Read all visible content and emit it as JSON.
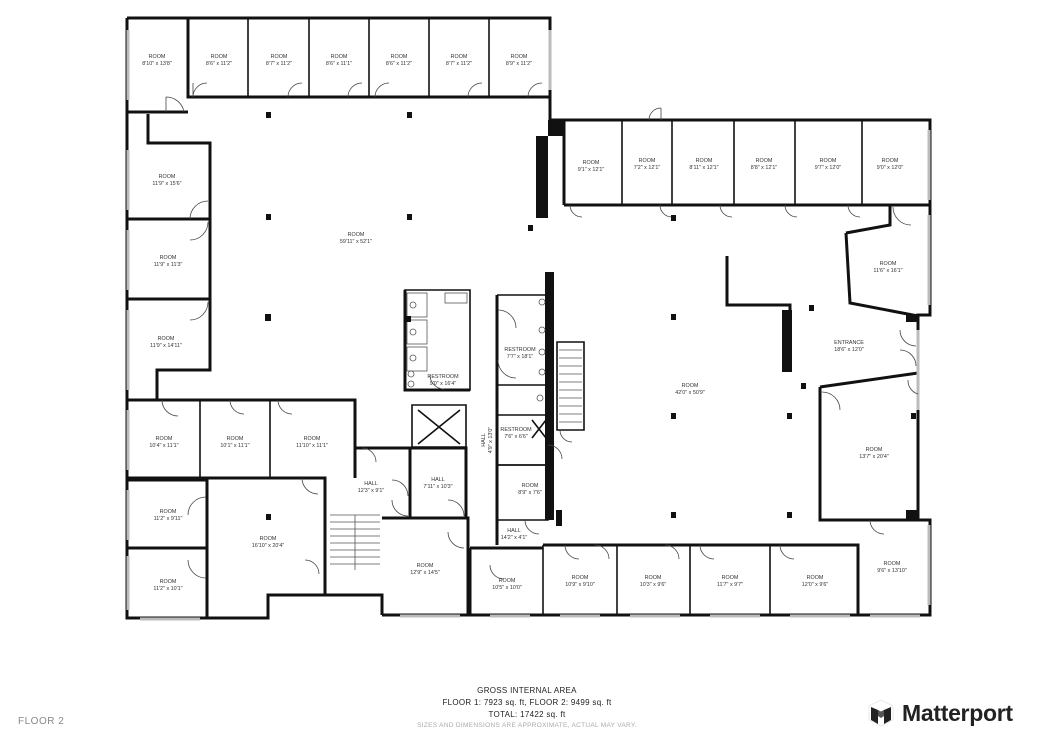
{
  "plan": {
    "rooms": [
      {
        "name": "ROOM",
        "dims": "8'10\" x 13'8\""
      },
      {
        "name": "ROOM",
        "dims": "8'6\" x 11'2\""
      },
      {
        "name": "ROOM",
        "dims": "8'7\" x 11'2\""
      },
      {
        "name": "ROOM",
        "dims": "8'6\" x 11'1\""
      },
      {
        "name": "ROOM",
        "dims": "8'6\" x 11'2\""
      },
      {
        "name": "ROOM",
        "dims": "8'7\" x 11'2\""
      },
      {
        "name": "ROOM",
        "dims": "8'9\" x 11'2\""
      },
      {
        "name": "ROOM",
        "dims": "11'9\" x 15'6\""
      },
      {
        "name": "ROOM",
        "dims": "11'9\" x 11'3\""
      },
      {
        "name": "ROOM",
        "dims": "11'9\" x 14'11\""
      },
      {
        "name": "ROOM",
        "dims": "59'11\" x 52'1\""
      },
      {
        "name": "ROOM",
        "dims": "9'1\" x 12'1\""
      },
      {
        "name": "ROOM",
        "dims": "7'2\" x 12'1\""
      },
      {
        "name": "ROOM",
        "dims": "8'11\" x 12'1\""
      },
      {
        "name": "ROOM",
        "dims": "8'8\" x 12'1\""
      },
      {
        "name": "ROOM",
        "dims": "9'7\" x 12'0\""
      },
      {
        "name": "ROOM",
        "dims": "9'0\" x 12'0\""
      },
      {
        "name": "ROOM",
        "dims": "11'6\" x 16'1\""
      },
      {
        "name": "ENTRANCE",
        "dims": "18'6\" x 12'0\""
      },
      {
        "name": "RESTROOM",
        "dims": "9'0\" x 16'4\""
      },
      {
        "name": "RESTROOM",
        "dims": "7'7\" x 18'1\""
      },
      {
        "name": "RESTROOM",
        "dims": "7'6\" x 6'6\""
      },
      {
        "name": "ROOM",
        "dims": "42'0\" x 50'9\""
      },
      {
        "name": "ROOM",
        "dims": "13'7\" x 20'4\""
      },
      {
        "name": "ROOM",
        "dims": "10'4\" x 11'1\""
      },
      {
        "name": "ROOM",
        "dims": "10'1\" x 11'1\""
      },
      {
        "name": "ROOM",
        "dims": "11'10\" x 11'1\""
      },
      {
        "name": "HALL",
        "dims": "4'9\" x 13'0\""
      },
      {
        "name": "HALL",
        "dims": "12'3\" x 9'1\""
      },
      {
        "name": "HALL",
        "dims": "7'11\" x 10'3\""
      },
      {
        "name": "ROOM",
        "dims": "8'9\" x 7'6\""
      },
      {
        "name": "HALL",
        "dims": "14'2\" x 4'1\""
      },
      {
        "name": "ROOM",
        "dims": "11'2\" x 9'11\""
      },
      {
        "name": "ROOM",
        "dims": "16'10\" x 20'4\""
      },
      {
        "name": "ROOM",
        "dims": "11'2\" x 10'1\""
      },
      {
        "name": "ROOM",
        "dims": "12'9\" x 14'5\""
      },
      {
        "name": "ROOM",
        "dims": "10'5\" x 10'0\""
      },
      {
        "name": "ROOM",
        "dims": "10'9\" x 9'10\""
      },
      {
        "name": "ROOM",
        "dims": "10'3\" x 9'6\""
      },
      {
        "name": "ROOM",
        "dims": "11'7\" x 9'7\""
      },
      {
        "name": "ROOM",
        "dims": "12'0\" x 9'6\""
      },
      {
        "name": "ROOM",
        "dims": "9'6\" x 13'10\""
      }
    ]
  },
  "footer": {
    "heading": "GROSS INTERNAL AREA",
    "areas": "FLOOR 1: 7923 sq. ft, FLOOR 2: 9499 sq. ft",
    "total": "TOTAL: 17422 sq. ft",
    "note": "SIZES AND DIMENSIONS ARE APPROXIMATE, ACTUAL MAY VARY."
  },
  "floor_label": "FLOOR 2",
  "brand": {
    "name": "Matterport",
    "icon": "matterport-logo-icon"
  },
  "colors": {
    "wall": "#111111",
    "window": "#bbbbbb",
    "label": "#333333",
    "muted": "#888888"
  }
}
